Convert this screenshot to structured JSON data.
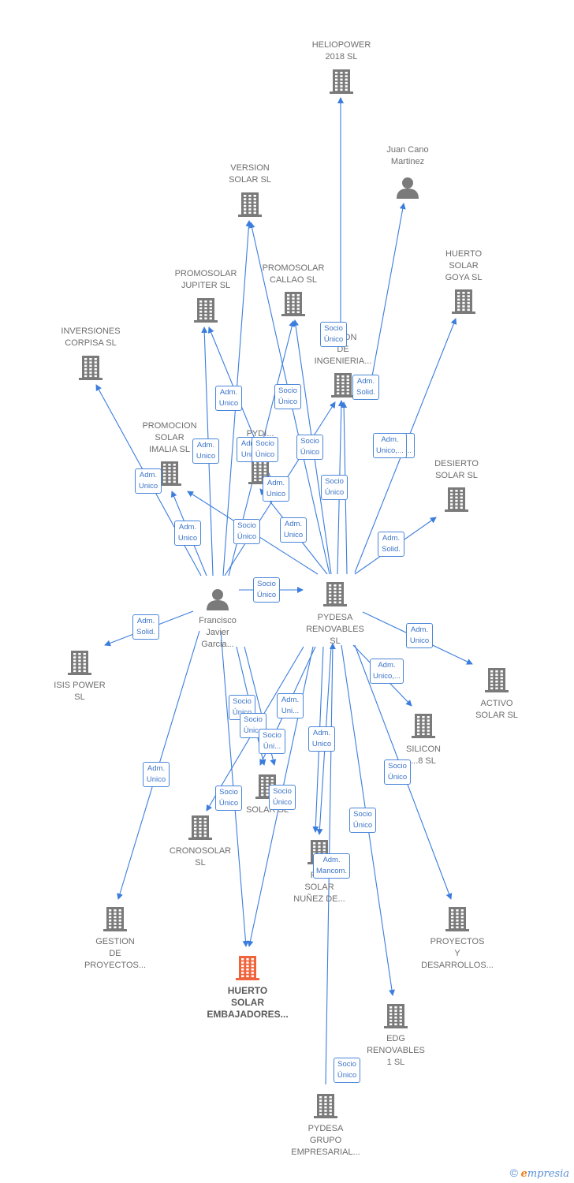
{
  "colors": {
    "edge": "#3b7ddd",
    "building": "#7a7a7a",
    "building_focus": "#f0643c",
    "person": "#7a7a7a"
  },
  "nodes": [
    {
      "id": "heliopower",
      "type": "company",
      "label": "HELIOPOWER\n2018  SL"
    },
    {
      "id": "juan",
      "type": "person",
      "label": "Juan Cano\nMartinez"
    },
    {
      "id": "version",
      "type": "company",
      "label": "VERSION\nSOLAR  SL"
    },
    {
      "id": "huertogoya",
      "type": "company",
      "label": "HUERTO\nSOLAR\nGOYA  SL"
    },
    {
      "id": "jupiter",
      "type": "company",
      "label": "PROMOSOLAR\nJUPITER  SL"
    },
    {
      "id": "callao",
      "type": "company",
      "label": "PROMOSOLAR\nCALLAO  SL"
    },
    {
      "id": "corpisa",
      "type": "company",
      "label": "INVERSIONES\nCORPISA  SL"
    },
    {
      "id": "ingenieria",
      "type": "company",
      "label": "M...ON\nDE\nINGENIERIA..."
    },
    {
      "id": "imalia",
      "type": "company",
      "label": "PROMOCION\nSOLAR\nIMALIA  SL"
    },
    {
      "id": "pydi",
      "type": "company",
      "label": "PYDI..."
    },
    {
      "id": "desierto",
      "type": "company",
      "label": "DESIERTO\nSOLAR  SL"
    },
    {
      "id": "francisco",
      "type": "person",
      "label": "Francisco\nJavier\nGarcia..."
    },
    {
      "id": "pydesa",
      "type": "company",
      "label": "PYDESA\nRENOVABLES\nSL"
    },
    {
      "id": "isis",
      "type": "company",
      "label": "ISIS POWER\nSL"
    },
    {
      "id": "activo",
      "type": "company",
      "label": "ACTIVO\nSOLAR  SL"
    },
    {
      "id": "silicon",
      "type": "company",
      "label": "SILICON\n...8  SL"
    },
    {
      "id": "solarsl",
      "type": "company",
      "label": "SOLAR  SL"
    },
    {
      "id": "cronosolar",
      "type": "company",
      "label": "CRONOSOLAR\nSL"
    },
    {
      "id": "nunez",
      "type": "company",
      "label": "PL...\nSOLAR\nNUÑEZ DE..."
    },
    {
      "id": "gestion",
      "type": "company",
      "label": "GESTION\nDE\nPROYECTOS..."
    },
    {
      "id": "proyectos",
      "type": "company",
      "label": "PROYECTOS\nY\nDESARROLLOS..."
    },
    {
      "id": "embajadores",
      "type": "company",
      "focus": true,
      "label": "HUERTO\nSOLAR\nEMBAJADORES..."
    },
    {
      "id": "edg",
      "type": "company",
      "label": "EDG\nRENOVABLES\n1  SL"
    },
    {
      "id": "grupo",
      "type": "company",
      "label": "PYDESA\nGRUPO\nEMPRESARIAL..."
    }
  ],
  "edge_labels": [
    "Socio\nÚnico",
    "Adm.\nSolid.",
    "Adm.\nUnico",
    "Socio\nÚnico",
    "Adm.\nUnico,...",
    "Adm.\nUnico",
    "Adm.\nUni...",
    "Socio\nÚnico",
    "Socio\nÚnico",
    "Adm.\nUnico",
    "Adm.\nUnico",
    "Socio\nÚnico",
    "Adm.\nUnico",
    "Adm.\nUnico",
    "Socio\nÚnico",
    "Adm.\nSolid.",
    "Socio\nÚnico",
    "Adm.\nSolid.",
    "Adm.\nUnico",
    "Adm.\nUnico,...",
    "Socio\nÚnico",
    "Adm.\nUni...",
    "Socio\nÚnico",
    "Socio\nÚni...",
    "Adm.\nUnico",
    "Socio\nÚnico",
    "Socio\nÚnico",
    "Adm.\nMancom.",
    "Adm.\nUnico",
    "Socio\nÚnico",
    "Socio\nÚnico",
    "Socio\nÚnico",
    "Adm.\nUnico,..."
  ],
  "footer": {
    "copyright": "©",
    "brand_initial": "e",
    "brand_rest": "mpresia"
  }
}
